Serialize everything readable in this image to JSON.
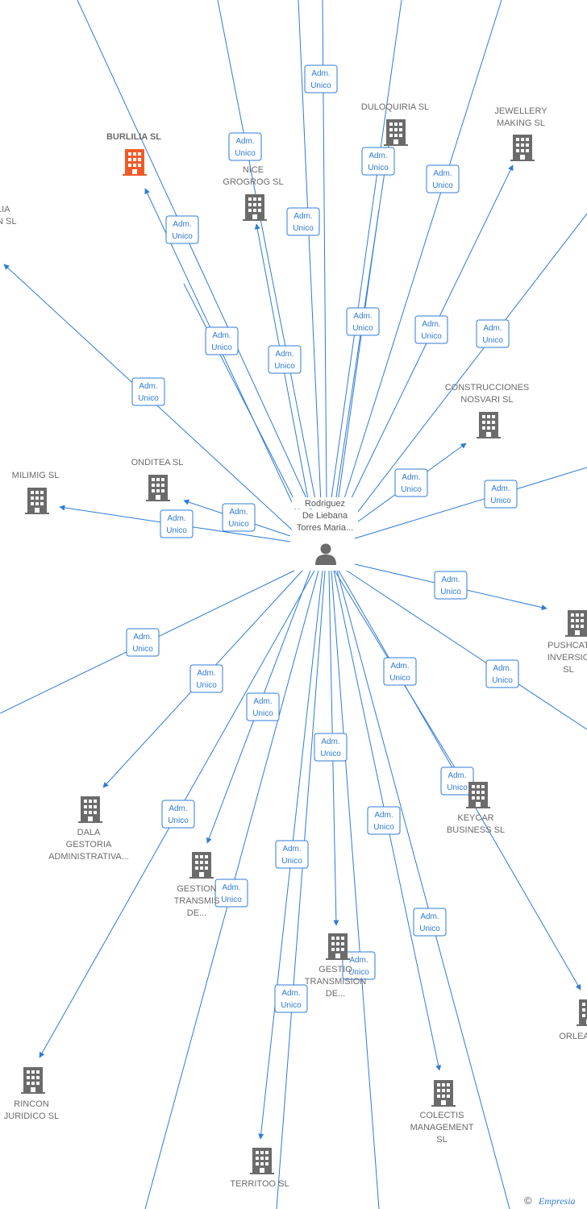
{
  "center": {
    "label_lines": [
      "Rodriguez",
      "De Liebana",
      "Torres Maria..."
    ],
    "icon": "person-icon"
  },
  "colors": {
    "edge": "#2f7bd6",
    "company": "#6b6b6b",
    "highlight": "#f05a28"
  },
  "edge_label": [
    "Adm.",
    "Unico"
  ],
  "nodes": [
    {
      "id": "burlilia",
      "lines": [
        "BURLILIA SL"
      ],
      "highlight": true
    },
    {
      "id": "lia",
      "lines": [
        "LIA",
        "N SL"
      ]
    },
    {
      "id": "nice",
      "lines": [
        "NICE",
        "GROGROG SL"
      ]
    },
    {
      "id": "duloquiria",
      "lines": [
        "DULOQUIRIA SL"
      ]
    },
    {
      "id": "jewellery",
      "lines": [
        "JEWELLERY",
        "MAKING SL"
      ]
    },
    {
      "id": "construcciones",
      "lines": [
        "CONSTRUCCIONES",
        "NOSVARI SL"
      ]
    },
    {
      "id": "onditea",
      "lines": [
        "ONDITEA SL"
      ]
    },
    {
      "id": "milimig",
      "lines": [
        "MILIMIG SL"
      ]
    },
    {
      "id": "pushcat",
      "lines": [
        "PUSHCAT",
        "INVERSIO",
        "SL"
      ]
    },
    {
      "id": "keycar",
      "lines": [
        "KEYCAR",
        "BUSINESS SL"
      ]
    },
    {
      "id": "dala",
      "lines": [
        "DALA",
        "GESTORIA",
        "ADMINISTRATIVA..."
      ]
    },
    {
      "id": "gestion1",
      "lines": [
        "GESTION",
        "TRANSMIS",
        "DE..."
      ]
    },
    {
      "id": "gestion2",
      "lines": [
        "GESTIO",
        "TRANSMISION",
        "DE..."
      ]
    },
    {
      "id": "orlea",
      "lines": [
        "ORLEA"
      ]
    },
    {
      "id": "rincon",
      "lines": [
        "RINCON",
        "JURIDICO SL"
      ]
    },
    {
      "id": "colectis",
      "lines": [
        "COLECTIS",
        "MANAGEMENT",
        "SL"
      ]
    },
    {
      "id": "territoo",
      "lines": [
        "TERRITOO SL"
      ]
    }
  ],
  "footer": {
    "copyright": "©",
    "brand": "Empresia"
  }
}
